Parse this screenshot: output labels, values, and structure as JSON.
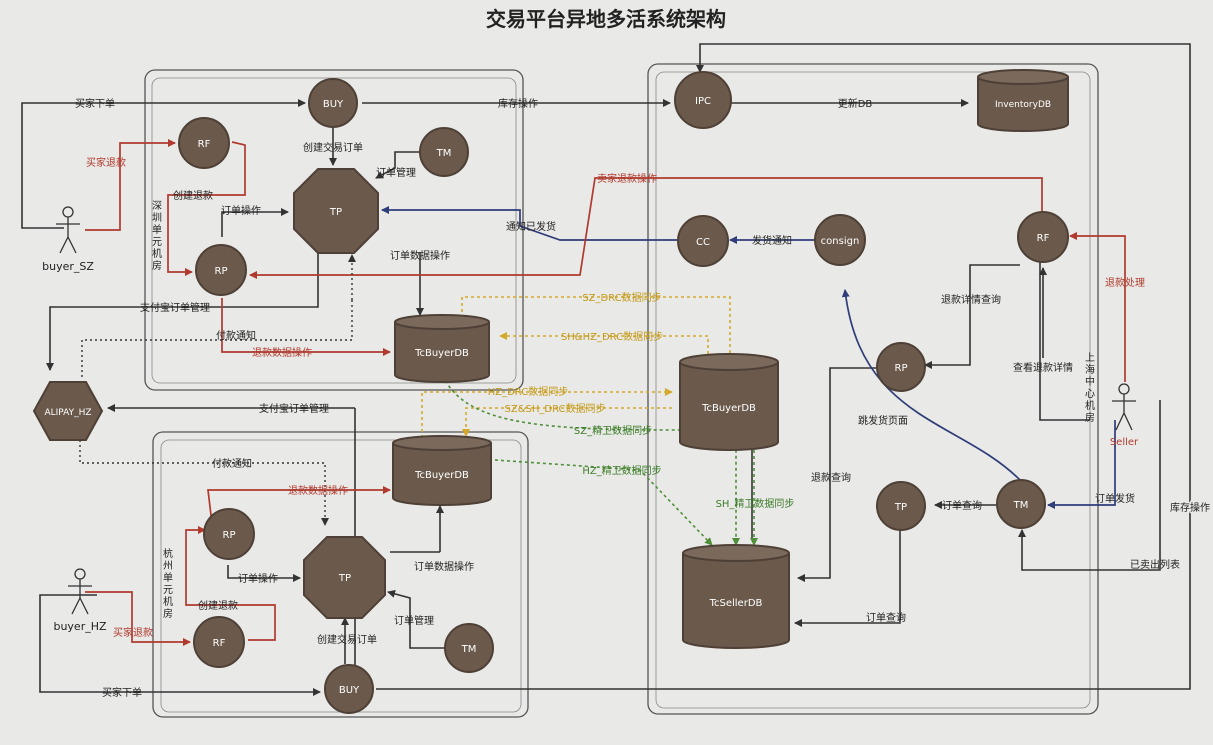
{
  "title": "交易平台异地多活系统架构",
  "colors": {
    "node_fill": "#6b5a4c",
    "node_stroke": "#4e4036",
    "black_line": "#333333",
    "red_line": "#b03a2e",
    "blue_line": "#2f3d7a",
    "yellow_line": "#d4a92a",
    "green_line": "#4f8f3a"
  },
  "nodes": {
    "buy_sz": "BUY",
    "rf_sz": "RF",
    "tm_sz": "TM",
    "tp_sz": "TP",
    "rp_sz": "RP",
    "tcbuyerdb_sz": "TcBuyerDB",
    "alipay": "ALIPAY_HZ",
    "tcbuyerdb_hz": "TcBuyerDB",
    "rp_hz": "RP",
    "tp_hz": "TP",
    "rf_hz": "RF",
    "tm_hz": "TM",
    "buy_hz": "BUY",
    "ipc": "IPC",
    "inventorydb": "InventoryDB",
    "cc": "CC",
    "consign": "consign",
    "rf_sh": "RF",
    "rp_sh": "RP",
    "tcbuyerdb_sh": "TcBuyerDB",
    "tp_sh": "TP",
    "tm_sh": "TM",
    "tcsellerdb": "TcSellerDB"
  },
  "actors": {
    "buyer_sz": "buyer_SZ",
    "buyer_hz": "buyer_HZ",
    "seller": "Seller"
  },
  "regions": {
    "sz": "深圳单元机房",
    "hz": "杭州单元机房",
    "sh": "上海中心机房"
  },
  "labels": {
    "buyer_order_sz": "买家下单",
    "buyer_refund_sz": "买家退款",
    "create_refund_sz": "创建退款",
    "create_order_sz": "创建交易订单",
    "order_mgmt_sz": "订单管理",
    "order_op_sz": "订单操作",
    "order_data_op_sz": "订单数据操作",
    "alipay_order_mgmt_sz": "支付宝订单管理",
    "pay_notify_sz": "付款通知",
    "refund_data_op_sz": "退款数据操作",
    "inventory_op_top": "库存操作",
    "update_db": "更新DB",
    "seller_refund_op": "卖家退款操作",
    "notify_shipped": "通知已发货",
    "ship_notify": "发货通知",
    "sz_drc_sync": "SZ_DRC数据同步",
    "shhz_drc_sync": "SH&HZ_DRC数据同步",
    "hz_drc_sync": "HZ_DRC数据同步",
    "szsh_drc_sync": "SZ&SH_DRC数据同步",
    "sz_jingwei_sync": "SZ_精卫数据同步",
    "hz_jingwei_sync": "HZ_精卫数据同步",
    "sh_jingwei_sync": "SH_精卫数据同步",
    "alipay_order_mgmt_hz": "支付宝订单管理",
    "pay_notify_hz": "付款通知",
    "refund_data_op_hz": "退款数据操作",
    "order_op_hz": "订单操作",
    "order_data_op_hz": "订单数据操作",
    "create_refund_hz": "创建退款",
    "buyer_refund_hz": "买家退款",
    "order_mgmt_hz": "订单管理",
    "create_order_hz": "创建交易订单",
    "buyer_order_hz": "买家下单",
    "refund_detail_query": "退款详情查询",
    "view_refund_detail": "查看退款详情",
    "refund_process": "退款处理",
    "jump_ship_page": "跳发货页面",
    "refund_query": "退款查询",
    "order_query_tp": "订单查询",
    "order_ship": "订单发货",
    "sold_list": "已卖出列表",
    "inventory_op_right": "库存操作",
    "order_query_bottom": "订单查询"
  }
}
